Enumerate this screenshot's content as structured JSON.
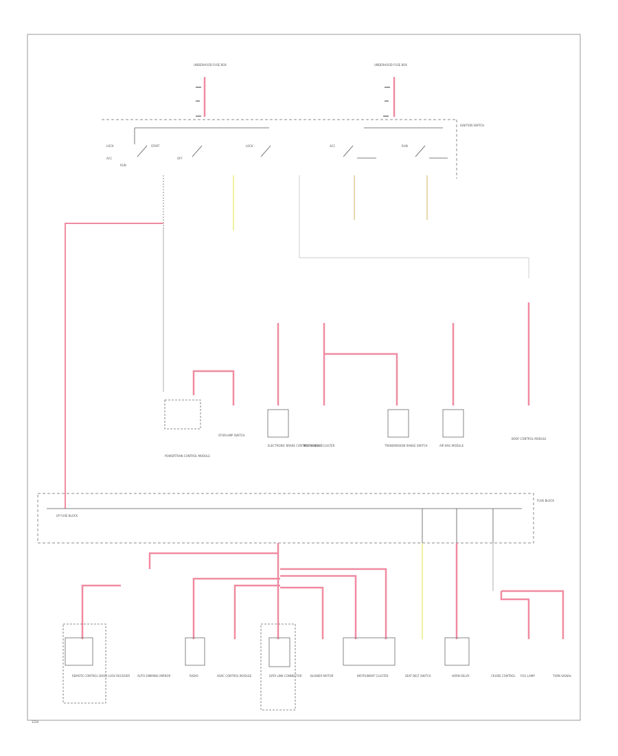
{
  "page": {
    "footer_code": "1234"
  },
  "colors": {
    "wire_red": "#f08aa0",
    "wire_red_dark": "#ff6b86",
    "wire_yellow": "#f0f0a0",
    "line_gray": "#555555",
    "dash_gray": "#888888",
    "border_gray": "#9a9a9a"
  },
  "fuse_boxes": [
    {
      "label": "UNDERHOOD FUSE BOX"
    },
    {
      "label": "UNDERHOOD FUSE BOX"
    }
  ],
  "ignition_switch": {
    "label": "IGNITION SWITCH"
  },
  "switch_positions": [
    "LOCK",
    "ACC",
    "RUN",
    "START",
    "OFF",
    "LOCK",
    "ACC",
    "RUN"
  ],
  "upper_components": [
    {
      "label": "POWERTRAIN CONTROL MODULE"
    },
    {
      "label": "STOPLAMP SWITCH"
    },
    {
      "label": "ELECTRONIC BRAKE CONTROL MODULE"
    },
    {
      "label": "INSTRUMENT CLUSTER"
    },
    {
      "label": "TRANSMISSION RANGE SWITCH"
    },
    {
      "label": "AIR BAG MODULE"
    },
    {
      "label": "BODY CONTROL MODULE"
    }
  ],
  "fuse_block": {
    "label": "I/P FUSE BLOCK",
    "side_label": "FUSE BLOCK"
  },
  "lower_components": [
    {
      "label": "REMOTE CONTROL DOOR LOCK RECEIVER"
    },
    {
      "label": "AUTO DIMMING MIRROR"
    },
    {
      "label": "RADIO"
    },
    {
      "label": "HVAC CONTROL MODULE"
    },
    {
      "label": "DATA LINK CONNECTOR"
    },
    {
      "label": "BLOWER MOTOR"
    },
    {
      "label": "INSTRUMENT CLUSTER"
    },
    {
      "label": "SEAT BELT SWITCH"
    },
    {
      "label": "HORN RELAY"
    },
    {
      "label": "CRUISE CONTROL"
    },
    {
      "label": "FOG LAMP"
    },
    {
      "label": "TURN SIGNAL"
    }
  ]
}
